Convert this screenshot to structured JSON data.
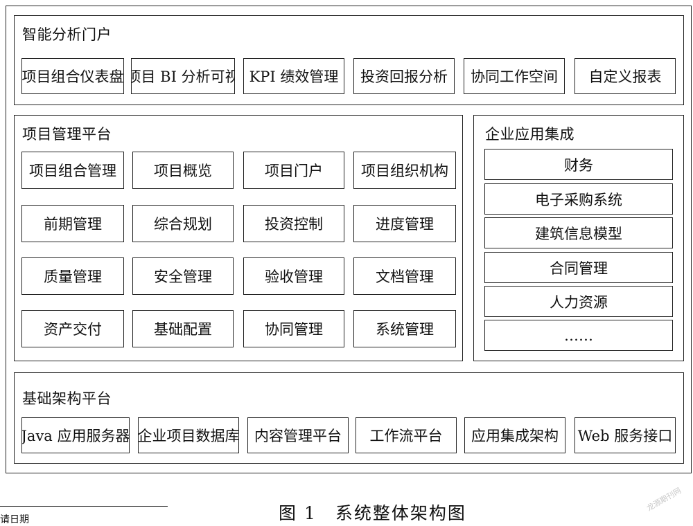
{
  "portal": {
    "title": "智能分析门户",
    "items": [
      "项目组合仪表盘",
      "项目 BI 分析可视",
      "KPI 绩效管理",
      "投资回报分析",
      "协同工作空间",
      "自定义报表"
    ]
  },
  "pm_platform": {
    "title": "项目管理平台",
    "rows": [
      [
        "项目组合管理",
        "项目概览",
        "项目门户",
        "项目组织机构"
      ],
      [
        "前期管理",
        "综合规划",
        "投资控制",
        "进度管理"
      ],
      [
        "质量管理",
        "安全管理",
        "验收管理",
        "文档管理"
      ],
      [
        "资产交付",
        "基础配置",
        "协同管理",
        "系统管理"
      ]
    ]
  },
  "enterprise": {
    "title": "企业应用集成",
    "items": [
      "财务",
      "电子采购系统",
      "建筑信息模型",
      "合同管理",
      "人力资源",
      "……"
    ]
  },
  "infra": {
    "title": "基础架构平台",
    "items": [
      "Java 应用服务器",
      "企业项目数据库",
      "内容管理平台",
      "工作流平台",
      "应用集成架构",
      "Web 服务接口"
    ]
  },
  "caption": "图 1　系统整体架构图",
  "footnote": "请日期",
  "watermark": "龙源期刊网"
}
